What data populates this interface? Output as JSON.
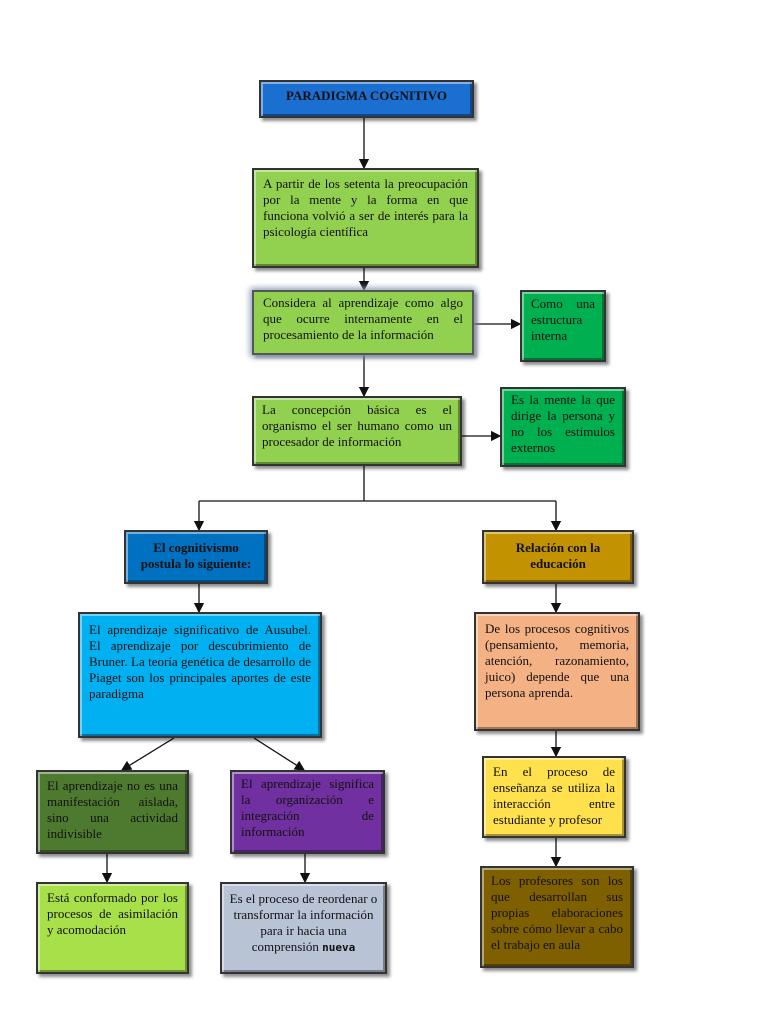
{
  "title": "PARADIGMA COGNITIVO",
  "nodes": {
    "intro": "A partir de los setenta la preocupación por la mente y la forma en que funciona volvió a ser de interés para la psicología científica",
    "considera": "Considera al aprendizaje como algo que ocurre internamente en el procesamiento de la información",
    "estructura": "Como una estructura interna",
    "concepcion": "La concepción básica es el organismo el ser humano como un procesador de información",
    "mente": "Es la mente la que dirige la persona y no los estímulos externos",
    "cognitivismo": "El cognitivismo postula lo siguiente:",
    "educacion": "Relación con la educación",
    "aportes": "El aprendizaje significativo de Ausubel. El aprendizaje por descubrimiento de Bruner. La teoría genética de desarrollo de Piaget son los principales aportes de este paradigma",
    "procesos": "De los procesos cognitivos (pensamiento, memoria, atención, razonamiento, juico) depende que una persona aprenda.",
    "no_aislada": "El aprendizaje no es una manifestación aislada, sino una actividad indivisible",
    "significa": "El aprendizaje significa la organización e integración de información",
    "interaccion": "En el proceso de enseñanza se utiliza la interacción entre estudiante y profesor",
    "asimilacion": "Está conformado por los procesos de asimilación y acomodación",
    "reordenar": "Es el proceso de reordenar o transformar la información para ir hacia una comprensión",
    "reordenar_emph": "nueva",
    "profesores": "Los profesores son los que desarrollan sus propias elaboraciones sobre cómo llevar a cabo el trabajo en aula"
  },
  "colors": {
    "title": "#1a6fd1",
    "green_light": "#92d050",
    "green_mid": "#00b050",
    "blue_dark": "#0070c0",
    "gold": "#c39200",
    "cyan": "#00b0f0",
    "peach": "#f4b183",
    "olive": "#4e7a30",
    "purple": "#7030a0",
    "yellow": "#ffe14d",
    "lime": "#a8e04a",
    "slate": "#b8c4d6",
    "brown": "#7f6000"
  }
}
